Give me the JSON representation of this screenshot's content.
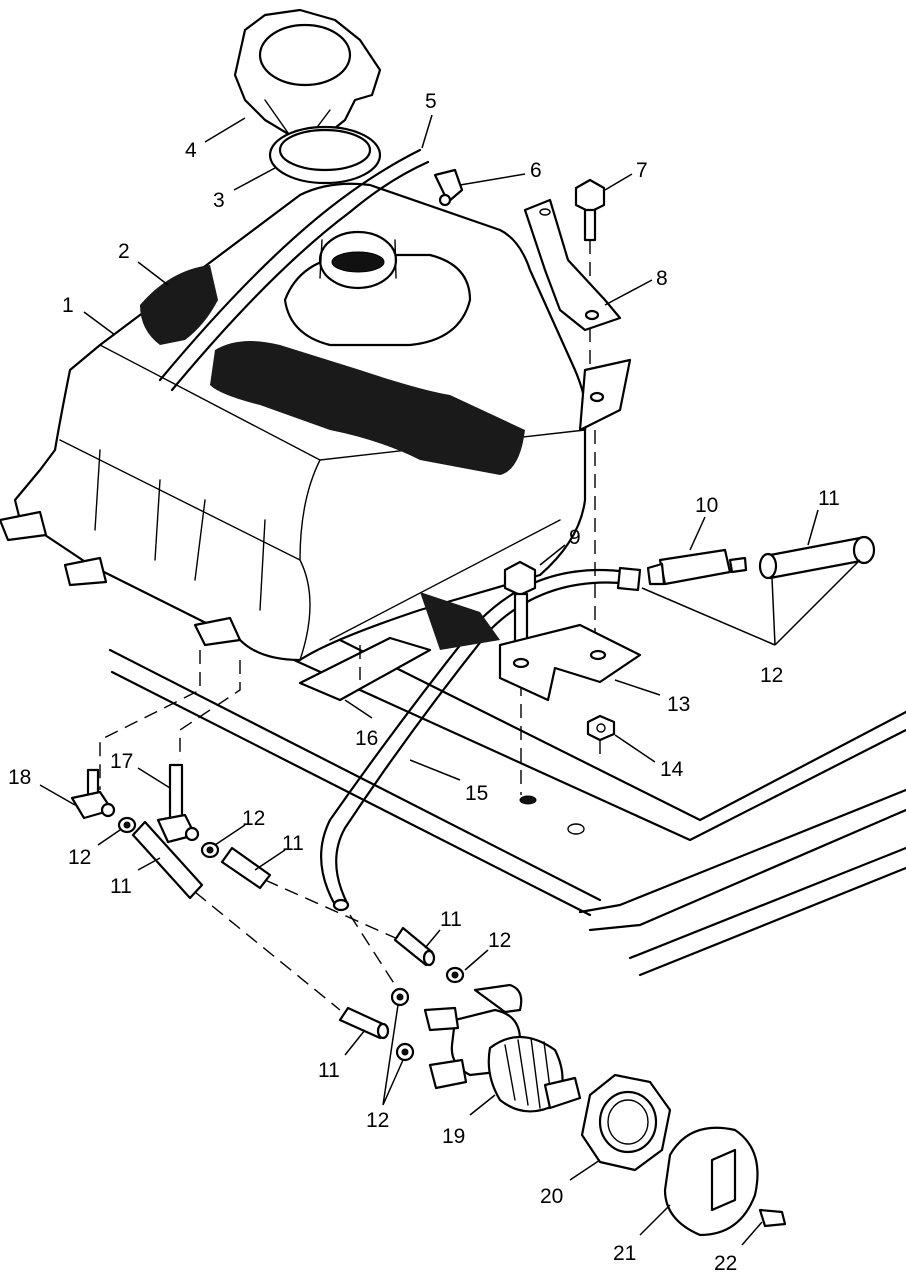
{
  "diagram": {
    "callouts": [
      {
        "id": "c1",
        "label": "1"
      },
      {
        "id": "c2",
        "label": "2"
      },
      {
        "id": "c3",
        "label": "3"
      },
      {
        "id": "c4",
        "label": "4"
      },
      {
        "id": "c5",
        "label": "5"
      },
      {
        "id": "c6",
        "label": "6"
      },
      {
        "id": "c7",
        "label": "7"
      },
      {
        "id": "c8",
        "label": "8"
      },
      {
        "id": "c9",
        "label": "9"
      },
      {
        "id": "c10",
        "label": "10"
      },
      {
        "id": "c11a",
        "label": "11"
      },
      {
        "id": "c12a",
        "label": "12"
      },
      {
        "id": "c13",
        "label": "13"
      },
      {
        "id": "c14",
        "label": "14"
      },
      {
        "id": "c15",
        "label": "15"
      },
      {
        "id": "c16",
        "label": "16"
      },
      {
        "id": "c17",
        "label": "17"
      },
      {
        "id": "c18",
        "label": "18"
      },
      {
        "id": "c12b",
        "label": "12"
      },
      {
        "id": "c11b",
        "label": "11"
      },
      {
        "id": "c12c",
        "label": "12"
      },
      {
        "id": "c11c",
        "label": "11"
      },
      {
        "id": "c11d",
        "label": "11"
      },
      {
        "id": "c12d",
        "label": "12"
      },
      {
        "id": "c11e",
        "label": "11"
      },
      {
        "id": "c12e",
        "label": "12"
      },
      {
        "id": "c19",
        "label": "19"
      },
      {
        "id": "c20",
        "label": "20"
      },
      {
        "id": "c21",
        "label": "21"
      },
      {
        "id": "c22",
        "label": "22"
      }
    ]
  }
}
